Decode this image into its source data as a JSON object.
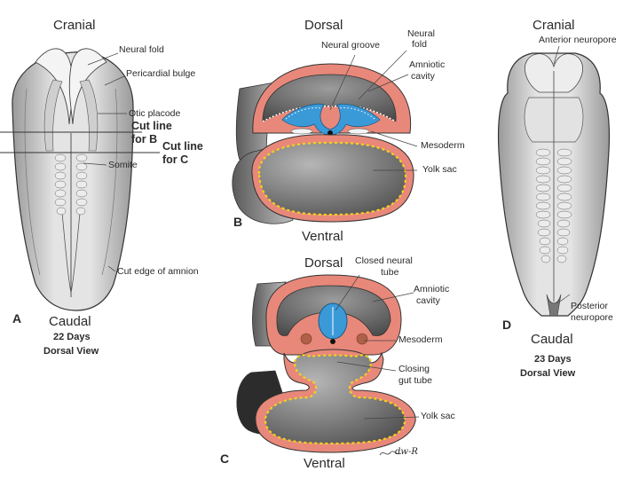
{
  "panel_a": {
    "letter": "A",
    "top_label": "Cranial",
    "bottom_label": "Caudal",
    "caption_line1": "22 Days",
    "caption_line2": "Dorsal View",
    "labels": {
      "neural_fold": "Neural fold",
      "pericardial_bulge": "Pericardial bulge",
      "otic_placode": "Otic placode",
      "cut_line_b_1": "Cut line",
      "cut_line_b_2": "for B",
      "cut_line_c_1": "Cut line",
      "cut_line_c_2": "for C",
      "somite": "Somite",
      "cut_edge_amnion": "Cut edge of amnion"
    }
  },
  "panel_b": {
    "letter": "B",
    "top_label": "Dorsal",
    "bottom_label": "Ventral",
    "labels": {
      "neural_groove": "Neural groove",
      "neural_fold_1": "Neural",
      "neural_fold_2": "fold",
      "amniotic_1": "Amniotic",
      "amniotic_2": "cavity",
      "mesoderm": "Mesoderm",
      "yolk_sac": "Yolk sac"
    }
  },
  "panel_c": {
    "letter": "C",
    "top_label": "Dorsal",
    "bottom_label": "Ventral",
    "signature": "dw-R",
    "labels": {
      "closed_tube_1": "Closed neural",
      "closed_tube_2": "tube",
      "amniotic_1": "Amniotic",
      "amniotic_2": "cavity",
      "mesoderm": "Mesoderm",
      "gut_1": "Closing",
      "gut_2": "gut tube",
      "yolk_sac": "Yolk sac"
    }
  },
  "panel_d": {
    "letter": "D",
    "top_label": "Cranial",
    "bottom_label": "Caudal",
    "caption_line1": "23 Days",
    "caption_line2": "Dorsal View",
    "labels": {
      "anterior_neuropore": "Anterior neuropore",
      "posterior_1": "Posterior",
      "posterior_2": "neuropore"
    }
  },
  "colors": {
    "tissue_pink": "#e8887a",
    "neural_blue": "#3a9ad8",
    "yolk_dots": "#f2d21a",
    "cavity_gray": "#7a7a7a",
    "outline": "#333333"
  }
}
